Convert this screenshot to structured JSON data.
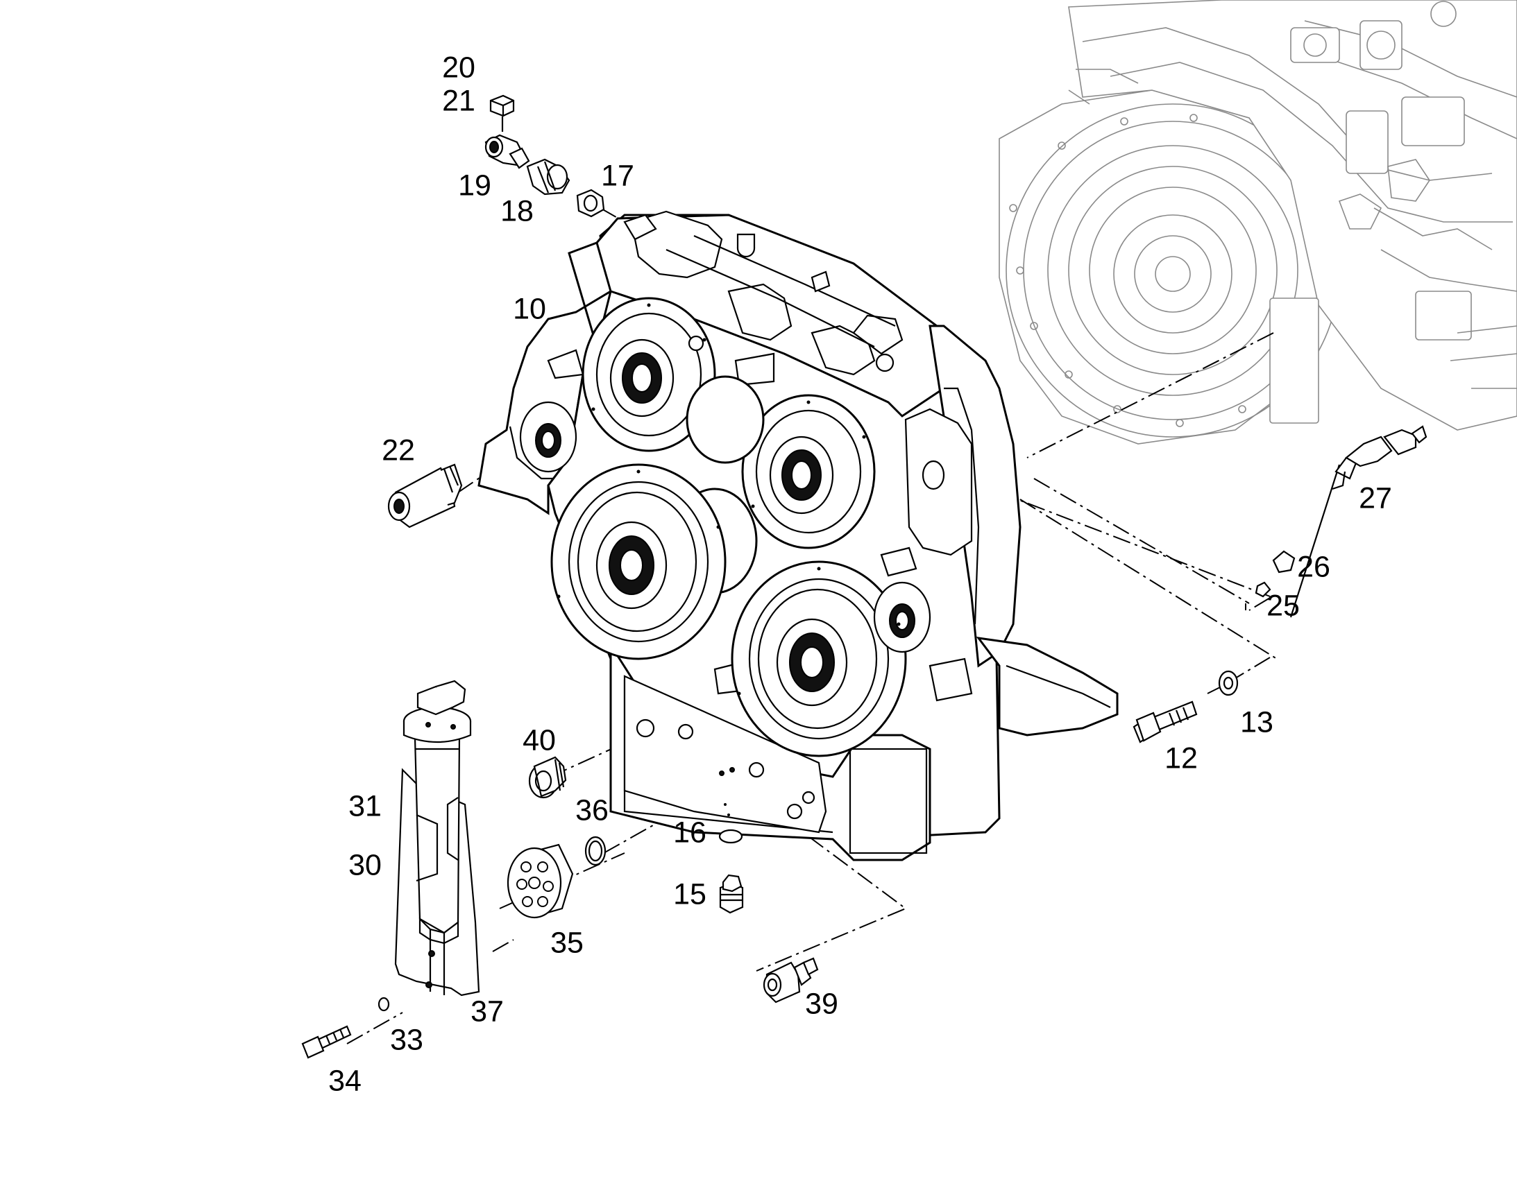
{
  "diagram": {
    "type": "exploded parts diagram",
    "callouts": {
      "c10": "10",
      "c12": "12",
      "c13": "13",
      "c15": "15",
      "c16": "16",
      "c17": "17",
      "c18": "18",
      "c19": "19",
      "c20": "20",
      "c21": "21",
      "c22": "22",
      "c25": "25",
      "c26": "26",
      "c27": "27",
      "c30": "30",
      "c31": "31",
      "c33": "33",
      "c34": "34",
      "c35": "35",
      "c36": "36",
      "c37": "37",
      "c39": "39",
      "c40": "40"
    }
  }
}
